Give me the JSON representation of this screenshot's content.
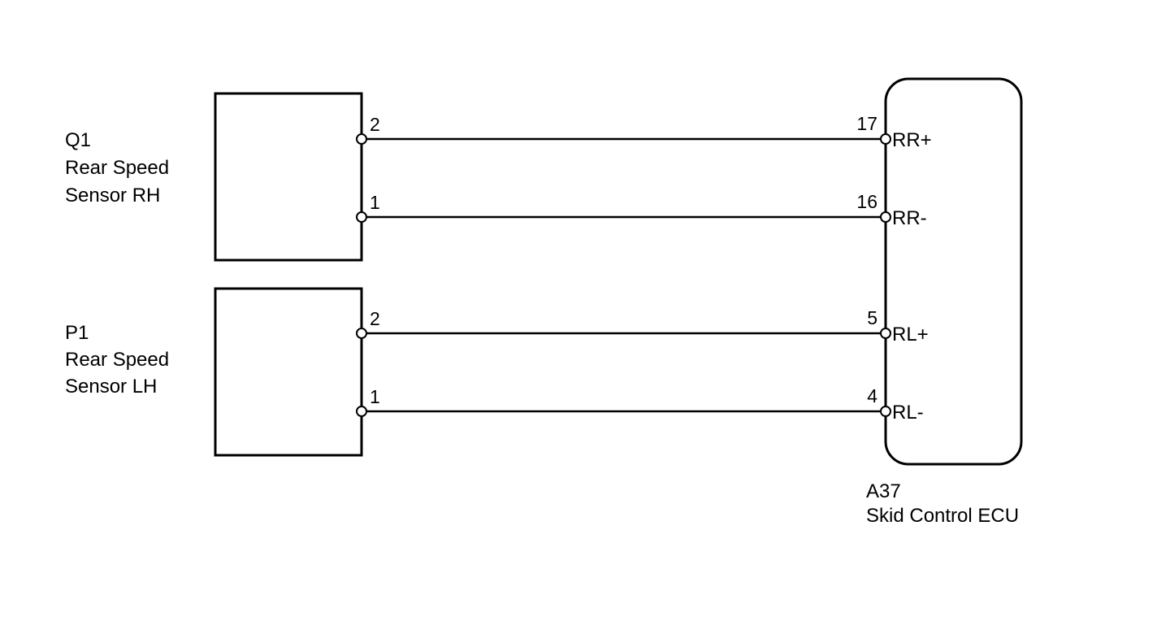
{
  "components": {
    "q1": {
      "code": "Q1",
      "name_line1": "Rear Speed",
      "name_line2": "Sensor RH",
      "pin_a": "2",
      "pin_b": "1"
    },
    "p1": {
      "code": "P1",
      "name_line1": "Rear Speed",
      "name_line2": "Sensor LH",
      "pin_a": "2",
      "pin_b": "1"
    },
    "a37": {
      "code": "A37",
      "name": "Skid Control ECU",
      "pins": [
        {
          "number": "17",
          "signal": "RR+"
        },
        {
          "number": "16",
          "signal": "RR-"
        },
        {
          "number": "5",
          "signal": "RL+"
        },
        {
          "number": "4",
          "signal": "RL-"
        }
      ]
    }
  },
  "connections": [
    {
      "from": "Q1-2",
      "to": "A37-17"
    },
    {
      "from": "Q1-1",
      "to": "A37-16"
    },
    {
      "from": "P1-2",
      "to": "A37-5"
    },
    {
      "from": "P1-1",
      "to": "A37-4"
    }
  ],
  "colors": {
    "line": "#000000",
    "background": "#ffffff"
  }
}
